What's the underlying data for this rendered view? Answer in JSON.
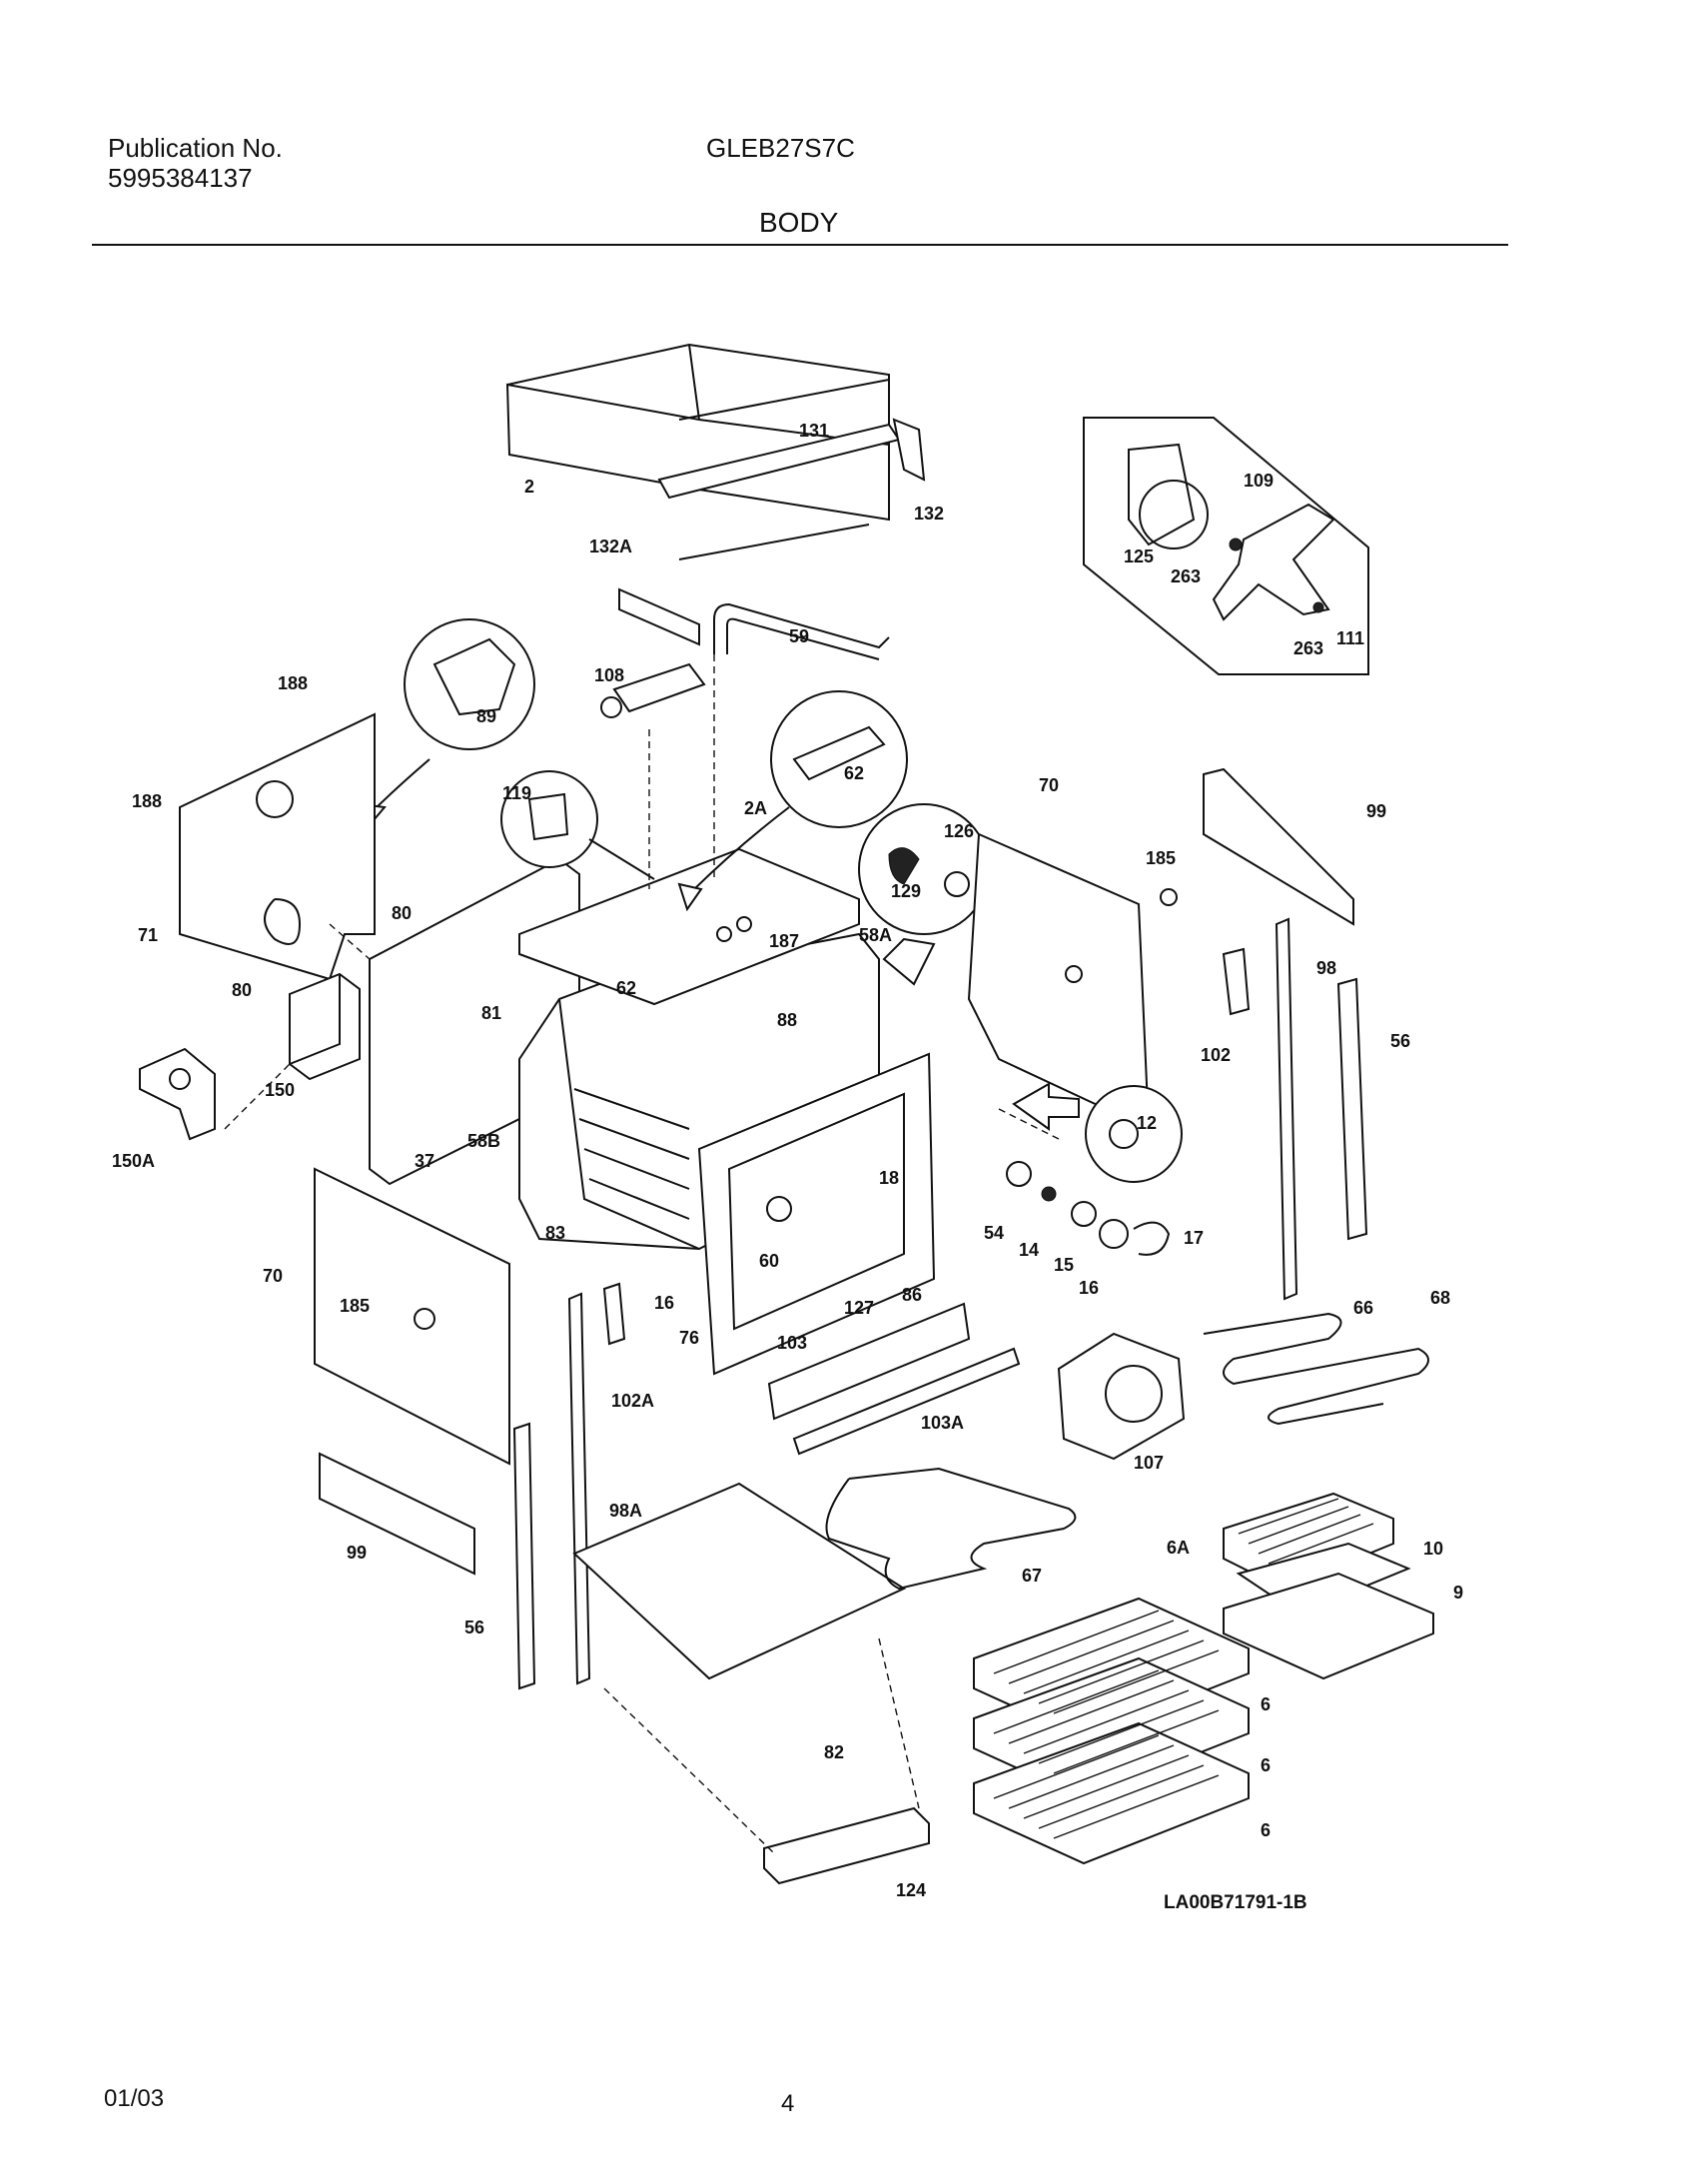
{
  "header": {
    "publication_label": "Publication No.",
    "publication_number": "5995384137",
    "model": "GLEB27S7C",
    "section": "BODY"
  },
  "diagram": {
    "callouts": [
      "131",
      "2",
      "132",
      "132A",
      "109",
      "125",
      "263",
      "263",
      "111",
      "59",
      "188",
      "108",
      "89",
      "188",
      "62",
      "2A",
      "119",
      "126",
      "129",
      "70",
      "185",
      "99",
      "71",
      "80",
      "80",
      "62",
      "187",
      "58A",
      "81",
      "88",
      "98",
      "102",
      "56",
      "150",
      "150A",
      "58B",
      "12",
      "18",
      "37",
      "83",
      "60",
      "54",
      "14",
      "15",
      "16",
      "17",
      "70",
      "185",
      "16",
      "127",
      "86",
      "76",
      "66",
      "68",
      "102A",
      "103",
      "103A",
      "107",
      "99",
      "98A",
      "6A",
      "10",
      "67",
      "9",
      "56",
      "82",
      "6",
      "6",
      "6",
      "124"
    ]
  },
  "document_code": "LA00B71791-1B",
  "footer": {
    "date": "01/03",
    "page": "4"
  }
}
